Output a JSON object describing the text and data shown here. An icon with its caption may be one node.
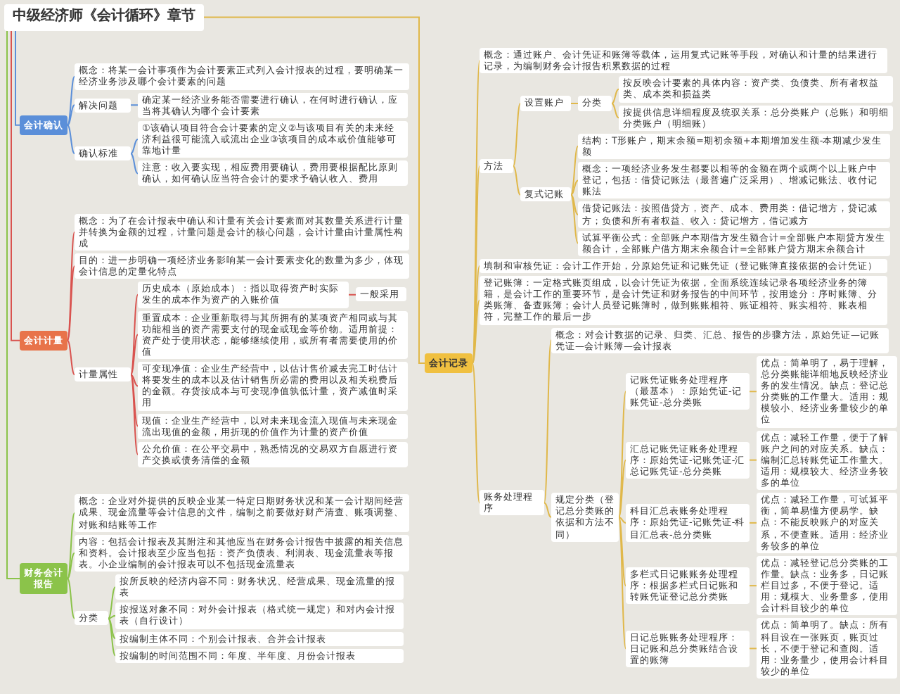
{
  "diagram": {
    "nodes": [
      {
        "text": [
          "中级经济师《会计循环》章节"
        ]
      },
      {
        "text": [
          "会计确认"
        ]
      },
      {
        "text": [
          "概念：将某一会计事项作为会计要素正式列入会计报表的过程，要明确某一经济业务涉及哪个会计要素的问题"
        ]
      },
      {
        "text": [
          "解决问题"
        ]
      },
      {
        "text": [
          "确定某一经济业务能否需要进行确认，在何时进行确认，应当将其确认为哪个会计要素"
        ]
      },
      {
        "text": [
          "确认标准"
        ]
      },
      {
        "text": [
          "①该确认项目符合会计要素的定义②与该项目有关的未来经济利益很可能流入或流出企业③该项目的成本或价值能够可靠地计量"
        ]
      },
      {
        "text": [
          "注意：收入要实现，相应费用要确认，费用要根据配比原则确认，如何确认应当符合会计的要求予确认收入、费用"
        ]
      },
      {
        "text": [
          "会计计量"
        ]
      },
      {
        "text": [
          "概念：为了在会计报表中确认和计量有关会计要素而对其数量关系进行计量并转换为金额的过程，计量问题是会计的核心问题，会计计量由计量属性构成"
        ]
      },
      {
        "text": [
          "目的：进一步明确一项经济业务影响某一会计要素变化的数量为多少，体现会计信息的定量化特点"
        ]
      },
      {
        "text": [
          "计量属性"
        ]
      },
      {
        "text": [
          "历史成本（原始成本）：指以取得资产时实际发生的成本作为资产的入账价值"
        ]
      },
      {
        "text": [
          "一般采用"
        ]
      },
      {
        "text": [
          "重置成本：企业重新取得与其所拥有的某项资产相同或与其功能相当的资产需要支付的现金或现金等价物。适用前提：资产处于使用状态，能够继续使用，或所有者需要使用的价值"
        ]
      },
      {
        "text": [
          "可变现净值：企业生产经营中，以估计售价减去完工时估计将要发生的成本以及估计销售所必需的费用以及相关税费后的金额。存货按成本与可变现净值孰低计量，资产减值时采用"
        ]
      },
      {
        "text": [
          "现值：企业生产经营中，以对未来现金流入现值与未来现金流出现值的金额，用折现的价值作为计量的资产价值"
        ]
      },
      {
        "text": [
          "公允价值：在公平交易中，熟悉情况的交易双方自愿进行资产交换或债务清偿的金额"
        ]
      },
      {
        "text": [
          "会计记录"
        ]
      },
      {
        "text": [
          "概念：通过账户、会计凭证和账簿等载体，运用复式记账等手段，对确认和计量的结果进行记录，为编制财务会计报告积累数据的过程"
        ]
      },
      {
        "text": [
          "方法"
        ]
      },
      {
        "text": [
          "设置账户"
        ]
      },
      {
        "text": [
          "分类"
        ]
      },
      {
        "text": [
          "按反映会计要素的具体内容：资产类、负债类、所有者权益类、成本类和损益类"
        ]
      },
      {
        "text": [
          "按提供信息详细程度及统驭关系：总分类账户（总账）和明细分类账户（明细账）"
        ]
      },
      {
        "text": [
          "复式记账"
        ]
      },
      {
        "text": [
          "结构：T形账户，期末余额=期初余额+本期增加发生额-本期减少发生额"
        ]
      },
      {
        "text": [
          "概念：一项经济业务发生都要以相等的金额在两个或两个以上账户中登记，包括：借贷记账法（最普遍广泛采用）、增减记账法、收付记账法"
        ]
      },
      {
        "text": [
          "借贷记账法：按照借贷方，资产、成本、费用类：借记增方，贷记减方；负债和所有者权益、收入：贷记增方，借记减方"
        ]
      },
      {
        "text": [
          "试算平衡公式：全部账户本期借方发生额合计=全部账户本期贷方发生额合计，全部账户借方期末余额合计=全部账户贷方期末余额合计"
        ]
      },
      {
        "text": [
          "填制和审核凭证：会计工作开始，分原始凭证和记账凭证（登记账簿直接依据的会计凭证）"
        ]
      },
      {
        "text": [
          "登记账簿：一定格式账页组成，以会计凭证为依据，全面系统连续记录各项经济业务的簿籍，是会计工作的重要环节，是会计凭证和财务报告的中间环节，按用途分：序时账簿、分类账簿、备查账簿；会计人员登记账簿时，做到账账相符、账证相符、账实相符、账表相符，完整工作的最后一步"
        ]
      },
      {
        "text": [
          "账务处理程序"
        ]
      },
      {
        "text": [
          "概念：对会计数据的记录、归类、汇总、报告的步骤方法，原始凭证—记账凭证—会计账簿—会计报表"
        ]
      },
      {
        "text": [
          "规定分类（登记总分类账的依据和方法不同）"
        ]
      },
      {
        "text": [
          "记账凭证账务处理程序（最基本）：原始凭证-记账凭证-总分类账"
        ]
      },
      {
        "text": [
          "优点：简单明了，易于理解，总分类账能详细地反映经济业务的发生情况。缺点：登记总分类账的工作量大。适用：规模较小、经济业务量较少的单位"
        ]
      },
      {
        "text": [
          "汇总记账凭证账务处理程序：原始凭证-记账凭证-汇总记账凭证-总分类账"
        ]
      },
      {
        "text": [
          "优点：减轻工作量，便于了解账户之间的对应关系。缺点：编制汇总转账凭证工作量大。适用：规模较大、经济业务较多的单位"
        ]
      },
      {
        "text": [
          "科目汇总表账务处理程序：原始凭证-记账凭证-科目汇总表-总分类账"
        ]
      },
      {
        "text": [
          "优点：减轻工作量，可试算平衡，简单易懂方便易学。缺点：不能反映账户的对应关系，不便查账。适用：经济业务较多的单位"
        ]
      },
      {
        "text": [
          "多栏式日记账账务处理程序：根据多栏式日记账和转账凭证登记总分类账"
        ]
      },
      {
        "text": [
          "优点：减轻登记总分类账的工作量。缺点：业务多，日记账栏目过多，不便于登记。适用：规模大、业务量多，使用会计科目较少的单位"
        ]
      },
      {
        "text": [
          "日记总账账务处理程序：日记账和总分类账结合设置的账簿"
        ]
      },
      {
        "text": [
          "优点：简单明了。缺点：所有科目设在一张账页，账页过长，不便于登记和查阅。适用：业务量少，使用会计科目较少的单位"
        ]
      },
      {
        "text": [
          "财务会计报告"
        ]
      },
      {
        "text": [
          "概念：企业对外提供的反映企业某一特定日期财务状况和某一会计期间经营成果、现金流量等会计信息的文件，编制之前要做好财产清查、账项调整、对账和结账等工作"
        ]
      },
      {
        "text": [
          "内容：包括会计报表及其附注和其他应当在财务会计报告中披露的相关信息和资料。会计报表至少应当包括：资产负债表、利润表、现金流量表等报表。小企业编制的会计报表可以不包括现金流量表"
        ]
      },
      {
        "text": [
          "分类"
        ]
      },
      {
        "text": [
          "按所反映的经济内容不同：财务状况、经营成果、现金流量的报表"
        ]
      },
      {
        "text": [
          "按报送对象不同：对外会计报表（格式统一规定）和对内会计报表（自行设计）"
        ]
      },
      {
        "text": [
          "按编制主体不同：个别会计报表、合并会计报表"
        ]
      },
      {
        "text": [
          "按编制的时间范围不同：年度、半年度、月份会计报表"
        ]
      }
    ],
    "edges": [
      {
        "from": 0,
        "to": 1,
        "arrow": "none",
        "color": "#5b8fd9"
      },
      {
        "from": 1,
        "to": 2,
        "arrow": "none",
        "color": "#5b8fd9"
      },
      {
        "from": 1,
        "to": 3,
        "arrow": "none",
        "color": "#5b8fd9"
      },
      {
        "from": 3,
        "to": 4,
        "arrow": "none",
        "color": "#5b8fd9"
      },
      {
        "from": 1,
        "to": 5,
        "arrow": "none",
        "color": "#5b8fd9"
      },
      {
        "from": 5,
        "to": 6,
        "arrow": "none",
        "color": "#5b8fd9"
      },
      {
        "from": 5,
        "to": 7,
        "arrow": "none",
        "color": "#5b8fd9"
      },
      {
        "from": 0,
        "to": 8,
        "arrow": "none",
        "color": "#d9534f"
      },
      {
        "from": 8,
        "to": 9,
        "arrow": "none",
        "color": "#d9534f"
      },
      {
        "from": 8,
        "to": 10,
        "arrow": "none",
        "color": "#d9534f"
      },
      {
        "from": 8,
        "to": 11,
        "arrow": "none",
        "color": "#d9534f"
      },
      {
        "from": 11,
        "to": 12,
        "arrow": "none",
        "color": "#d9534f"
      },
      {
        "from": 12,
        "to": 13,
        "arrow": "none",
        "color": "#d9534f"
      },
      {
        "from": 11,
        "to": 14,
        "arrow": "none",
        "color": "#d9534f"
      },
      {
        "from": 11,
        "to": 15,
        "arrow": "none",
        "color": "#d9534f"
      },
      {
        "from": 11,
        "to": 16,
        "arrow": "none",
        "color": "#d9534f"
      },
      {
        "from": 11,
        "to": 17,
        "arrow": "none",
        "color": "#d9534f"
      },
      {
        "from": 0,
        "to": 18,
        "arrow": "none"
      },
      {
        "from": 18,
        "to": 19,
        "arrow": "none"
      },
      {
        "from": 18,
        "to": 20,
        "arrow": "none"
      },
      {
        "from": 20,
        "to": 21,
        "arrow": "none"
      },
      {
        "from": 21,
        "to": 22,
        "arrow": "none"
      },
      {
        "from": 22,
        "to": 23,
        "arrow": "none"
      },
      {
        "from": 22,
        "to": 24,
        "arrow": "none"
      },
      {
        "from": 20,
        "to": 25,
        "arrow": "none"
      },
      {
        "from": 25,
        "to": 26,
        "arrow": "none"
      },
      {
        "from": 25,
        "to": 27,
        "arrow": "none"
      },
      {
        "from": 25,
        "to": 28,
        "arrow": "none"
      },
      {
        "from": 25,
        "to": 29,
        "arrow": "none"
      },
      {
        "from": 18,
        "to": 30,
        "arrow": "none"
      },
      {
        "from": 18,
        "to": 31,
        "arrow": "none"
      },
      {
        "from": 18,
        "to": 32,
        "arrow": "none"
      },
      {
        "from": 32,
        "to": 33,
        "arrow": "none"
      },
      {
        "from": 32,
        "to": 34,
        "arrow": "none"
      },
      {
        "from": 34,
        "to": 35,
        "arrow": "none"
      },
      {
        "from": 35,
        "to": 36,
        "arrow": "none"
      },
      {
        "from": 34,
        "to": 37,
        "arrow": "none"
      },
      {
        "from": 37,
        "to": 38,
        "arrow": "none"
      },
      {
        "from": 34,
        "to": 39,
        "arrow": "none"
      },
      {
        "from": 39,
        "to": 40,
        "arrow": "none"
      },
      {
        "from": 34,
        "to": 41,
        "arrow": "none"
      },
      {
        "from": 41,
        "to": 42,
        "arrow": "none"
      },
      {
        "from": 34,
        "to": 43,
        "arrow": "none"
      },
      {
        "from": 43,
        "to": 44,
        "arrow": "none"
      },
      {
        "from": 0,
        "to": 45,
        "arrow": "none",
        "color": "#8bc34a"
      },
      {
        "from": 45,
        "to": 46,
        "arrow": "none",
        "color": "#8bc34a"
      },
      {
        "from": 45,
        "to": 47,
        "arrow": "none",
        "color": "#8bc34a"
      },
      {
        "from": 45,
        "to": 48,
        "arrow": "none",
        "color": "#8bc34a"
      },
      {
        "from": 48,
        "to": 49,
        "arrow": "none",
        "color": "#8bc34a"
      },
      {
        "from": 48,
        "to": 50,
        "arrow": "none",
        "color": "#8bc34a"
      },
      {
        "from": 48,
        "to": 51,
        "arrow": "none",
        "color": "#8bc34a"
      },
      {
        "from": 48,
        "to": 52,
        "arrow": "none",
        "color": "#8bc34a"
      }
    ]
  }
}
